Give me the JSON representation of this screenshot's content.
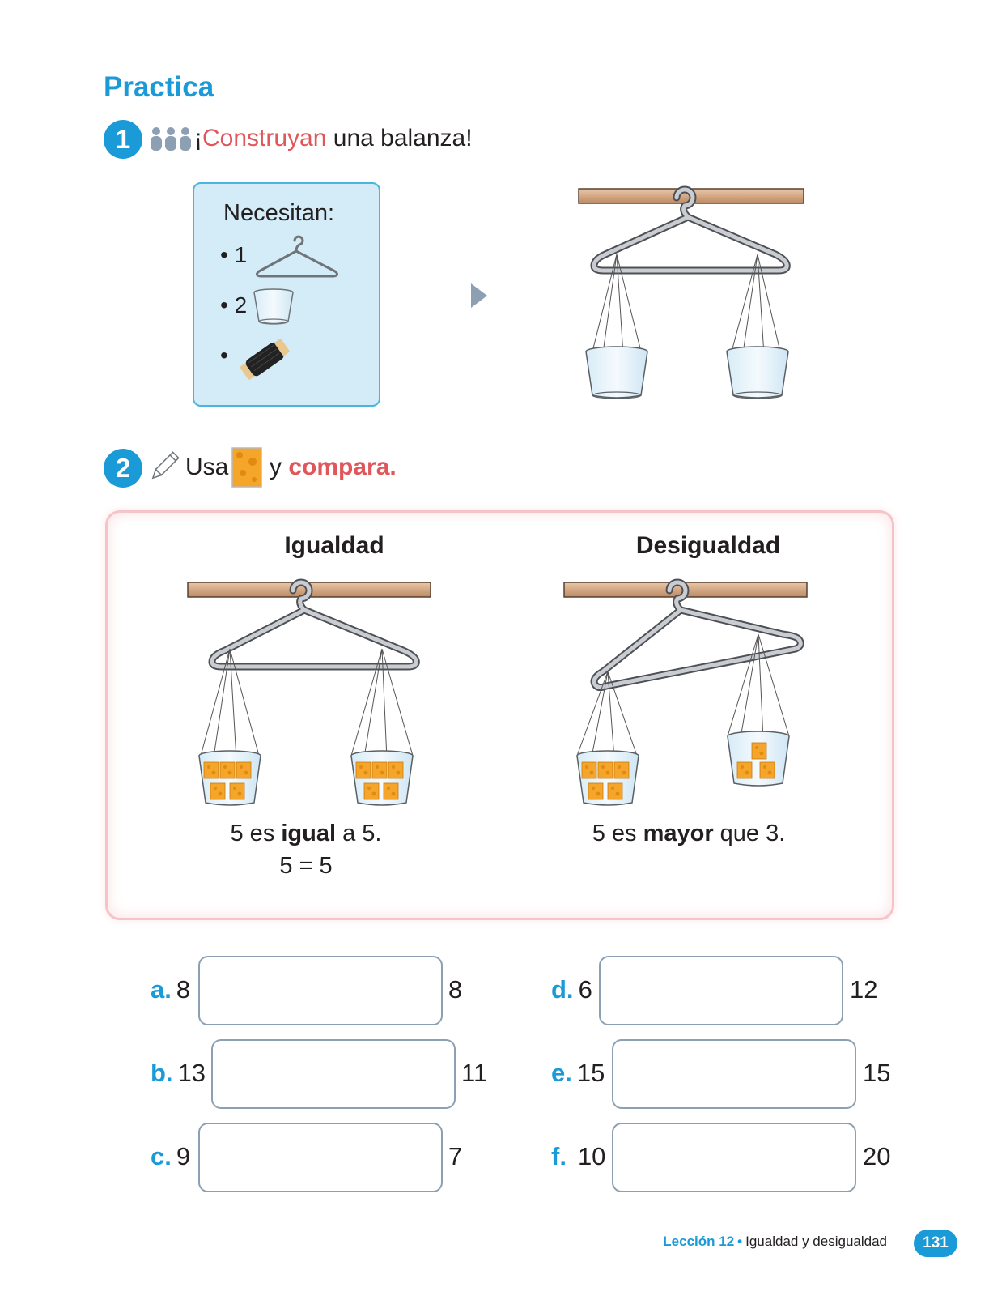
{
  "section_title": "Practica",
  "activity1": {
    "number": "1",
    "instruction_highlight": "Construyan",
    "instruction_open": "¡",
    "instruction_rest": " una balanza!",
    "materials_title": "Necesitan:",
    "materials": [
      {
        "bullet": "•",
        "qty": "1",
        "icon": "hanger-icon"
      },
      {
        "bullet": "•",
        "qty": "2",
        "icon": "cup-icon"
      },
      {
        "bullet": "•",
        "qty": "",
        "icon": "thread-spool-icon"
      }
    ]
  },
  "activity2": {
    "number": "2",
    "instruction_use": "Usa",
    "instruction_and": "y",
    "instruction_highlight": "compara.",
    "equality": {
      "title": "Igualdad",
      "sentence_pre": "5 es ",
      "sentence_bold": "igual",
      "sentence_post": " a 5.",
      "equation": "5 = 5",
      "left_cubes": 5,
      "right_cubes": 5
    },
    "inequality": {
      "title": "Desigualdad",
      "sentence_pre": "5 es ",
      "sentence_bold": "mayor",
      "sentence_post": " que 3.",
      "left_cubes": 5,
      "right_cubes": 3
    }
  },
  "exercises": [
    {
      "letter": "a.",
      "left": "8",
      "right": "8"
    },
    {
      "letter": "b.",
      "left": "13",
      "right": "11"
    },
    {
      "letter": "c.",
      "left": "9",
      "right": "7"
    },
    {
      "letter": "d.",
      "left": "6",
      "right": "12"
    },
    {
      "letter": "e.",
      "left": "15",
      "right": "15"
    },
    {
      "letter": "f.",
      "left": "10",
      "right": "20"
    }
  ],
  "footer": {
    "lesson": "Lección 12",
    "separator": "•",
    "topic": "Igualdad y desigualdad",
    "page": "131"
  },
  "colors": {
    "accent_blue": "#1a9ad6",
    "accent_red": "#e0575b",
    "box_blue": "#d3ecf7",
    "box_pink_border": "#f4c4c8",
    "cube_orange": "#f5a52a"
  }
}
